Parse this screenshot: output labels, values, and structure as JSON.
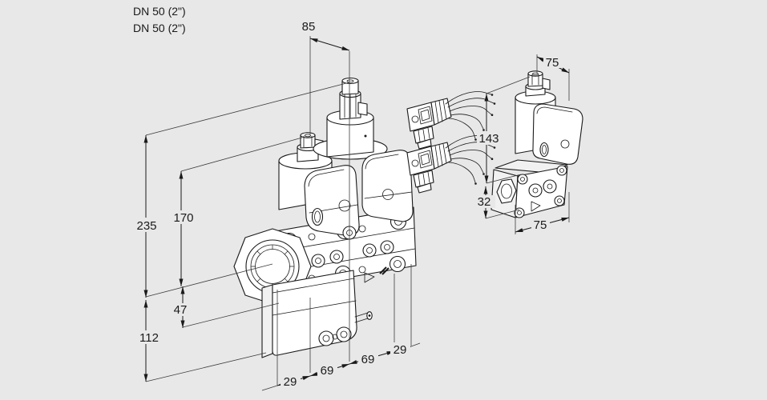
{
  "drawing": {
    "background": "#e8e8e8",
    "line_color": "#1a1a1a",
    "text_color": "#1a1a1a",
    "description": "Isometric dimensional drawing of a double solenoid gas valve with two cable plugs and a side view of a single valve"
  },
  "labels": {
    "connection_line_1": "DN 50 (2\")",
    "connection_line_2": "DN 50 (2\")"
  },
  "dimensions": {
    "dim_85": "85",
    "dim_235": "235",
    "dim_170": "170",
    "dim_47": "47",
    "dim_112": "112",
    "dim_29_left": "29",
    "dim_69_left": "69",
    "dim_69_right": "69",
    "dim_29_right": "29",
    "dim_143": "143",
    "dim_32": "32",
    "dim_75_top": "75",
    "dim_75_bottom": "75"
  }
}
